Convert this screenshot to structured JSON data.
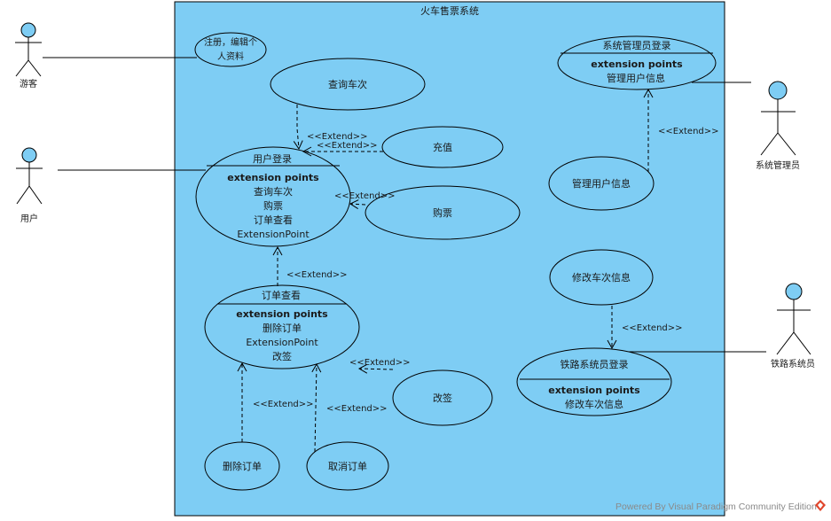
{
  "diagram": {
    "system_title": "火车售票系统",
    "colors": {
      "system_fill": "#7ecdf4",
      "actor_head": "#7ecdf4",
      "stroke": "#000000"
    },
    "footer": {
      "text": "Powered By  Visual Paradigm Community Edition",
      "logo_icon": "visual-paradigm-logo-icon"
    },
    "extend_label": "<<Extend>>",
    "ext_points_label": "extension points",
    "actors": {
      "visitor": "游客",
      "user": "用户",
      "sysadmin": "系统管理员",
      "railadmin": "铁路系统员"
    },
    "use_cases": {
      "register": {
        "line1": "注册，编辑个",
        "line2": "人资料"
      },
      "query_trains": "查询车次",
      "recharge": "充值",
      "buy_ticket": "购票",
      "user_login": {
        "title": "用户登录",
        "points": [
          "查询车次",
          "购票",
          "订单查看",
          "ExtensionPoint"
        ]
      },
      "order_view": {
        "title": "订单查看",
        "points": [
          "删除订单",
          "ExtensionPoint",
          "改签"
        ]
      },
      "change_ticket": "改签",
      "delete_order": "删除订单",
      "cancel_order": "取消订单",
      "sysadmin_login": {
        "title": "系统管理员登录",
        "points": [
          "管理用户信息"
        ]
      },
      "manage_users": "管理用户信息",
      "modify_trains": "修改车次信息",
      "rail_login": {
        "title": "铁路系统员登录",
        "points": [
          "修改车次信息"
        ]
      }
    }
  }
}
